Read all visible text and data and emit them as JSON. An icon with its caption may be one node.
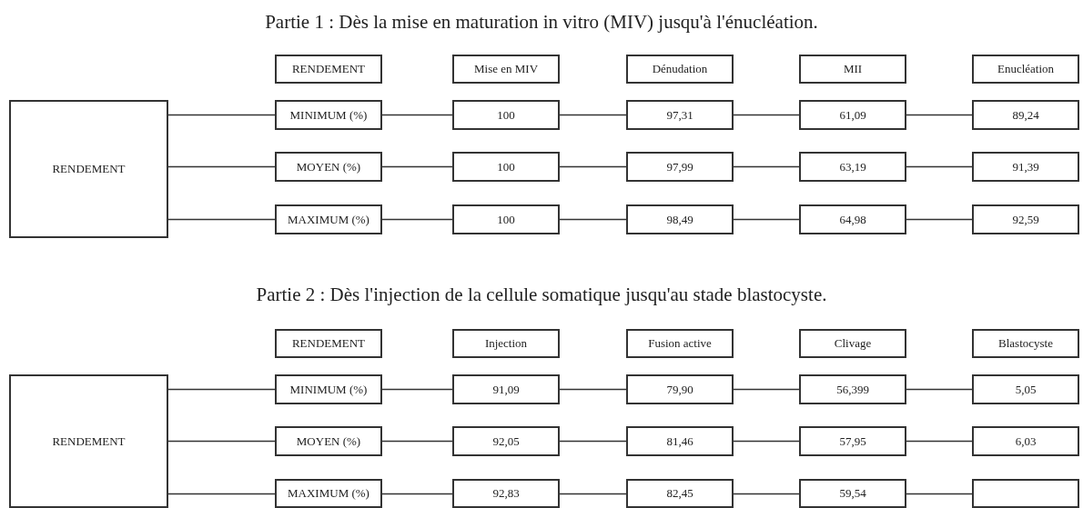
{
  "diagram": {
    "nodes": [
      {
        "text": [
          "RENDEMENT"
        ]
      },
      {
        "text": [
          "RENDEMENT"
        ]
      },
      {
        "text": [
          "Mise en MIV"
        ]
      },
      {
        "text": [
          "Dénudation"
        ]
      },
      {
        "text": [
          "MII"
        ]
      },
      {
        "text": [
          "Enucléation"
        ]
      },
      {
        "text": [
          "MINIMUM (%)"
        ]
      },
      {
        "text": [
          "100"
        ]
      },
      {
        "text": [
          "97,31"
        ]
      },
      {
        "text": [
          "61,09"
        ]
      },
      {
        "text": [
          "89,24"
        ]
      },
      {
        "text": [
          "MOYEN (%)"
        ]
      },
      {
        "text": [
          "100"
        ]
      },
      {
        "text": [
          "97,99"
        ]
      },
      {
        "text": [
          "63,19"
        ]
      },
      {
        "text": [
          "91,39"
        ]
      },
      {
        "text": [
          "MAXIMUM (%)"
        ]
      },
      {
        "text": [
          "100"
        ]
      },
      {
        "text": [
          "98,49"
        ]
      },
      {
        "text": [
          "64,98"
        ]
      },
      {
        "text": [
          "92,59"
        ]
      },
      {
        "text": [
          "RENDEMENT"
        ]
      },
      {
        "text": [
          "RENDEMENT"
        ]
      },
      {
        "text": [
          "Injection"
        ]
      },
      {
        "text": [
          "Fusion active"
        ]
      },
      {
        "text": [
          "Clivage"
        ]
      },
      {
        "text": [
          "Blastocyste"
        ]
      },
      {
        "text": [
          "MINIMUM (%)"
        ]
      },
      {
        "text": [
          "91,09"
        ]
      },
      {
        "text": [
          "79,90"
        ]
      },
      {
        "text": [
          "56,399"
        ]
      },
      {
        "text": [
          "5,05"
        ]
      },
      {
        "text": [
          "MOYEN (%)"
        ]
      },
      {
        "text": [
          "92,05"
        ]
      },
      {
        "text": [
          "81,46"
        ]
      },
      {
        "text": [
          "57,95"
        ]
      },
      {
        "text": [
          "6,03"
        ]
      },
      {
        "text": [
          "MAXIMUM (%)"
        ]
      },
      {
        "text": [
          "92,83"
        ]
      },
      {
        "text": [
          "82,45"
        ]
      },
      {
        "text": [
          "59,54"
        ]
      },
      {
        "text": [],
        "shape": "box"
      }
    ],
    "edges": [
      {
        "from": 0,
        "to": 6,
        "arrow": "none"
      },
      {
        "from": 0,
        "to": 11,
        "arrow": "none"
      },
      {
        "from": 0,
        "to": 16,
        "arrow": "none"
      },
      {
        "from": 6,
        "to": 7,
        "arrow": "none"
      },
      {
        "from": 7,
        "to": 8,
        "arrow": "none"
      },
      {
        "from": 8,
        "to": 9,
        "arrow": "none"
      },
      {
        "from": 9,
        "to": 10,
        "arrow": "none"
      },
      {
        "from": 11,
        "to": 12,
        "arrow": "none"
      },
      {
        "from": 12,
        "to": 13,
        "arrow": "none"
      },
      {
        "from": 13,
        "to": 14,
        "arrow": "none"
      },
      {
        "from": 14,
        "to": 15,
        "arrow": "none"
      },
      {
        "from": 16,
        "to": 17,
        "arrow": "none"
      },
      {
        "from": 17,
        "to": 18,
        "arrow": "none"
      },
      {
        "from": 18,
        "to": 19,
        "arrow": "none"
      },
      {
        "from": 19,
        "to": 20,
        "arrow": "none"
      },
      {
        "from": 21,
        "to": 27,
        "arrow": "none"
      },
      {
        "from": 21,
        "to": 32,
        "arrow": "none"
      },
      {
        "from": 21,
        "to": 37,
        "arrow": "none"
      },
      {
        "from": 27,
        "to": 28,
        "arrow": "none"
      },
      {
        "from": 28,
        "to": 29,
        "arrow": "none"
      },
      {
        "from": 29,
        "to": 30,
        "arrow": "none"
      },
      {
        "from": 30,
        "to": 31,
        "arrow": "none"
      },
      {
        "from": 32,
        "to": 33,
        "arrow": "none"
      },
      {
        "from": 33,
        "to": 34,
        "arrow": "none"
      },
      {
        "from": 34,
        "to": 35,
        "arrow": "none"
      },
      {
        "from": 35,
        "to": 36,
        "arrow": "none"
      },
      {
        "from": 37,
        "to": 38,
        "arrow": "none"
      },
      {
        "from": 38,
        "to": 39,
        "arrow": "none"
      },
      {
        "from": 39,
        "to": 40,
        "arrow": "none"
      },
      {
        "from": 40,
        "to": 41,
        "arrow": "none"
      }
    ],
    "labels": [
      "Partie 1 : Dès la mise en maturation in vitro (MIV) jusqu'à l'énucléation.",
      "Partie 2 : Dès l'injection de la cellule somatique jusqu'au stade blastocyste."
    ]
  }
}
